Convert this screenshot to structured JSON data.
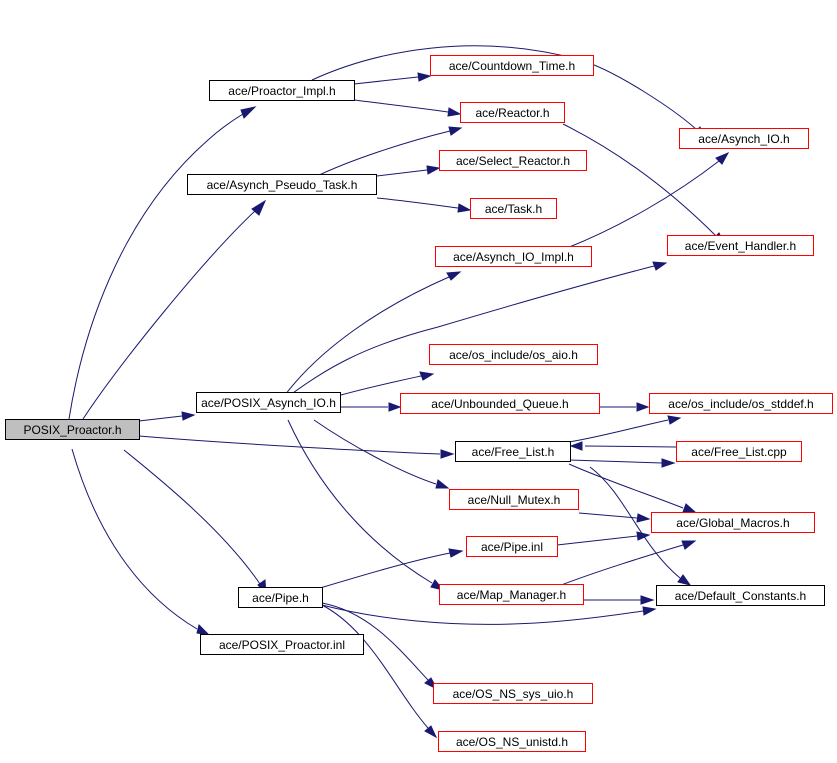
{
  "graph": {
    "title": "",
    "colors": {
      "edge": "#191970",
      "root_fill": "#bfbfbf",
      "root_border": "#000000",
      "documented_border": "#000000",
      "undocumented_border": "#ff0000",
      "node_fill": "#ffffff"
    },
    "nodes": [
      {
        "id": "posix_proactor_h",
        "label": "POSIX_Proactor.h",
        "kind": "root",
        "interactable": false
      },
      {
        "id": "proactor_impl_h",
        "label": "ace/Proactor_Impl.h",
        "kind": "documented",
        "interactable": true
      },
      {
        "id": "countdown_time_h",
        "label": "ace/Countdown_Time.h",
        "kind": "undocumented",
        "interactable": true
      },
      {
        "id": "reactor_h",
        "label": "ace/Reactor.h",
        "kind": "undocumented",
        "interactable": true
      },
      {
        "id": "asynch_io_h",
        "label": "ace/Asynch_IO.h",
        "kind": "undocumented",
        "interactable": true
      },
      {
        "id": "asynch_pseudo_task_h",
        "label": "ace/Asynch_Pseudo_Task.h",
        "kind": "documented",
        "interactable": true
      },
      {
        "id": "select_reactor_h",
        "label": "ace/Select_Reactor.h",
        "kind": "undocumented",
        "interactable": true
      },
      {
        "id": "task_h",
        "label": "ace/Task.h",
        "kind": "undocumented",
        "interactable": true
      },
      {
        "id": "asynch_io_impl_h",
        "label": "ace/Asynch_IO_Impl.h",
        "kind": "undocumented",
        "interactable": true
      },
      {
        "id": "event_handler_h",
        "label": "ace/Event_Handler.h",
        "kind": "undocumented",
        "interactable": true
      },
      {
        "id": "os_aio_h",
        "label": "ace/os_include/os_aio.h",
        "kind": "undocumented",
        "interactable": true
      },
      {
        "id": "posix_asynch_io_h",
        "label": "ace/POSIX_Asynch_IO.h",
        "kind": "documented",
        "interactable": true
      },
      {
        "id": "unbounded_queue_h",
        "label": "ace/Unbounded_Queue.h",
        "kind": "undocumented",
        "interactable": true
      },
      {
        "id": "os_stddef_h",
        "label": "ace/os_include/os_stddef.h",
        "kind": "undocumented",
        "interactable": true
      },
      {
        "id": "free_list_h",
        "label": "ace/Free_List.h",
        "kind": "documented",
        "interactable": true
      },
      {
        "id": "free_list_cpp",
        "label": "ace/Free_List.cpp",
        "kind": "undocumented",
        "interactable": true
      },
      {
        "id": "null_mutex_h",
        "label": "ace/Null_Mutex.h",
        "kind": "undocumented",
        "interactable": true
      },
      {
        "id": "global_macros_h",
        "label": "ace/Global_Macros.h",
        "kind": "undocumented",
        "interactable": true
      },
      {
        "id": "pipe_inl",
        "label": "ace/Pipe.inl",
        "kind": "undocumented",
        "interactable": true
      },
      {
        "id": "pipe_h",
        "label": "ace/Pipe.h",
        "kind": "documented",
        "interactable": true
      },
      {
        "id": "map_manager_h",
        "label": "ace/Map_Manager.h",
        "kind": "undocumented",
        "interactable": true
      },
      {
        "id": "default_constants_h",
        "label": "ace/Default_Constants.h",
        "kind": "documented",
        "interactable": true
      },
      {
        "id": "posix_proactor_inl",
        "label": "ace/POSIX_Proactor.inl",
        "kind": "documented",
        "interactable": true
      },
      {
        "id": "os_ns_sys_uio_h",
        "label": "ace/OS_NS_sys_uio.h",
        "kind": "undocumented",
        "interactable": true
      },
      {
        "id": "os_ns_unistd_h",
        "label": "ace/OS_NS_unistd.h",
        "kind": "undocumented",
        "interactable": true
      }
    ],
    "edges": [
      {
        "from": "posix_proactor_h",
        "to": "proactor_impl_h"
      },
      {
        "from": "posix_proactor_h",
        "to": "asynch_pseudo_task_h"
      },
      {
        "from": "posix_proactor_h",
        "to": "posix_asynch_io_h"
      },
      {
        "from": "posix_proactor_h",
        "to": "free_list_h"
      },
      {
        "from": "posix_proactor_h",
        "to": "pipe_h"
      },
      {
        "from": "posix_proactor_h",
        "to": "posix_proactor_inl"
      },
      {
        "from": "proactor_impl_h",
        "to": "countdown_time_h"
      },
      {
        "from": "proactor_impl_h",
        "to": "reactor_h"
      },
      {
        "from": "proactor_impl_h",
        "to": "asynch_io_h"
      },
      {
        "from": "reactor_h",
        "to": "event_handler_h"
      },
      {
        "from": "asynch_pseudo_task_h",
        "to": "reactor_h"
      },
      {
        "from": "asynch_pseudo_task_h",
        "to": "select_reactor_h"
      },
      {
        "from": "asynch_pseudo_task_h",
        "to": "task_h"
      },
      {
        "from": "asynch_io_impl_h",
        "to": "asynch_io_h"
      },
      {
        "from": "posix_asynch_io_h",
        "to": "asynch_io_impl_h"
      },
      {
        "from": "posix_asynch_io_h",
        "to": "event_handler_h"
      },
      {
        "from": "posix_asynch_io_h",
        "to": "os_aio_h"
      },
      {
        "from": "posix_asynch_io_h",
        "to": "unbounded_queue_h"
      },
      {
        "from": "posix_asynch_io_h",
        "to": "null_mutex_h"
      },
      {
        "from": "posix_asynch_io_h",
        "to": "map_manager_h"
      },
      {
        "from": "unbounded_queue_h",
        "to": "os_stddef_h"
      },
      {
        "from": "free_list_h",
        "to": "os_stddef_h"
      },
      {
        "from": "free_list_h",
        "to": "free_list_cpp"
      },
      {
        "from": "free_list_h",
        "to": "global_macros_h"
      },
      {
        "from": "free_list_h",
        "to": "default_constants_h"
      },
      {
        "from": "free_list_cpp",
        "to": "free_list_h"
      },
      {
        "from": "null_mutex_h",
        "to": "global_macros_h"
      },
      {
        "from": "pipe_h",
        "to": "pipe_inl"
      },
      {
        "from": "pipe_h",
        "to": "default_constants_h"
      },
      {
        "from": "pipe_h",
        "to": "os_ns_sys_uio_h"
      },
      {
        "from": "pipe_h",
        "to": "os_ns_unistd_h"
      },
      {
        "from": "pipe_inl",
        "to": "global_macros_h"
      },
      {
        "from": "map_manager_h",
        "to": "global_macros_h"
      },
      {
        "from": "map_manager_h",
        "to": "default_constants_h"
      }
    ]
  }
}
